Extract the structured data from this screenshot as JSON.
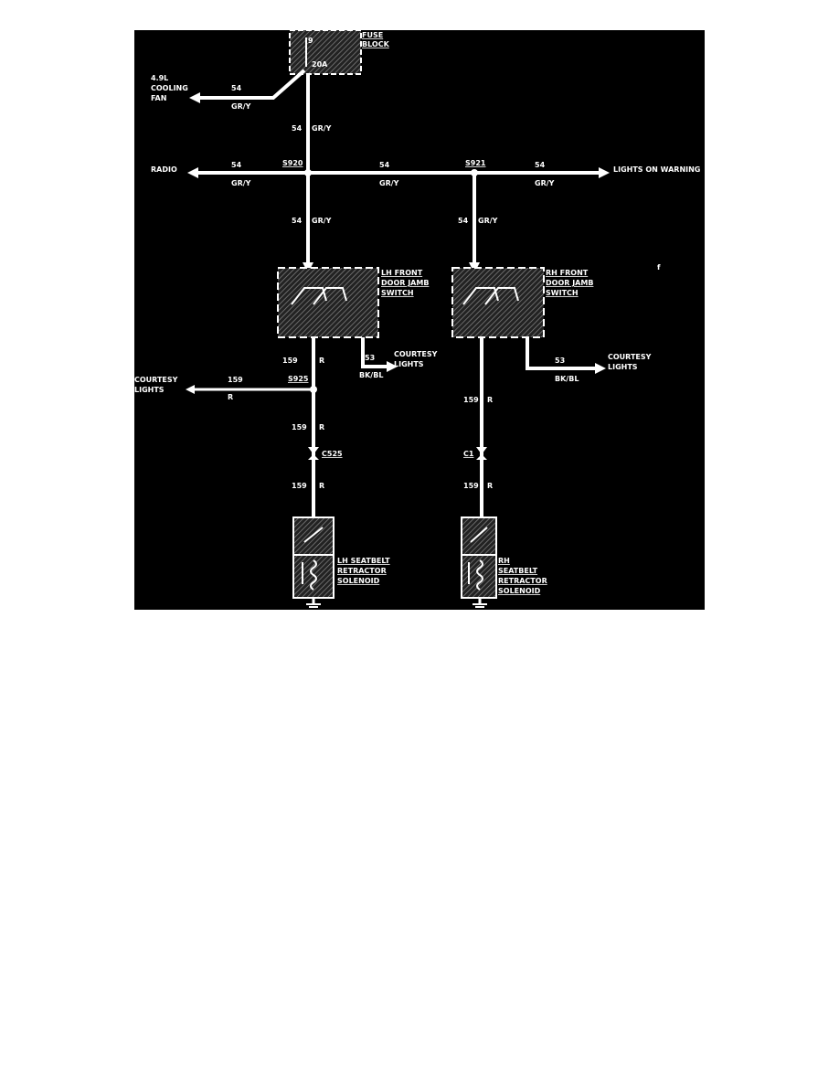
{
  "colors": {
    "background": "#000000",
    "wire": "#ffffff",
    "page": "#ffffff"
  },
  "fuse_block": {
    "title_line1": "FUSE",
    "title_line2": "BLOCK",
    "fuse_number": "9",
    "fuse_rating": "20A"
  },
  "cooling_fan": {
    "label_line1": "4.9L",
    "label_line2": "COOLING",
    "label_line3": "FAN",
    "circuit": "54",
    "color": "GR/Y"
  },
  "main_feed": {
    "circuit": "54",
    "color": "GR/Y"
  },
  "bus": {
    "radio": {
      "label": "RADIO",
      "circuit": "54",
      "color": "GR/Y"
    },
    "splice_left": "S920",
    "middle": {
      "circuit": "54",
      "color": "GR/Y"
    },
    "splice_right": "S921",
    "lights_on": {
      "label": "LIGHTS ON WARNING",
      "circuit": "54",
      "color": "GR/Y"
    }
  },
  "lh_drop": {
    "circuit": "54",
    "color": "GR/Y"
  },
  "rh_drop": {
    "circuit": "54",
    "color": "GR/Y"
  },
  "lh_switch": {
    "line1": "LH FRONT",
    "line2": "DOOR JAMB",
    "line3": "SWITCH"
  },
  "rh_switch": {
    "line1": "RH FRONT",
    "line2": "DOOR JAMB",
    "line3": "SWITCH"
  },
  "lh_courtesy_out": {
    "label_line1": "COURTESY",
    "label_line2": "LIGHTS",
    "circuit": "53",
    "color": "BK/BL"
  },
  "rh_courtesy_out": {
    "label_line1": "COURTESY",
    "label_line2": "LIGHTS",
    "circuit": "53",
    "color": "BK/BL"
  },
  "lh_lower": {
    "wire1_circuit": "159",
    "wire1_color": "R",
    "splice": "S925",
    "courtesy_in": {
      "label_line1": "COURTESY",
      "label_line2": "LIGHTS",
      "circuit": "159",
      "color": "R"
    },
    "wire2_circuit": "159",
    "wire2_color": "R",
    "connector": "C525",
    "wire3_circuit": "159",
    "wire3_color": "R"
  },
  "rh_lower": {
    "wire1_circuit": "159",
    "wire1_color": "R",
    "connector": "C1",
    "wire2_circuit": "159",
    "wire2_color": "R"
  },
  "lh_solenoid": {
    "line1": "LH SEATBELT",
    "line2": "RETRACTOR",
    "line3": "SOLENOID"
  },
  "rh_solenoid": {
    "line1": "RH",
    "line2": "SEATBELT",
    "line3": "RETRACTOR",
    "line4": "SOLENOID"
  },
  "stray_mark": "f"
}
